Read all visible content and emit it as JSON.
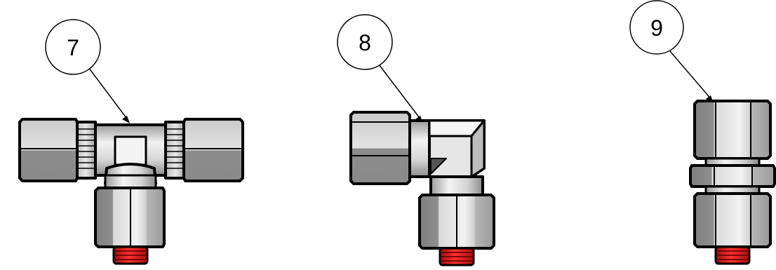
{
  "callouts": [
    {
      "id": "7",
      "label": "7",
      "part": "tee-fitting"
    },
    {
      "id": "8",
      "label": "8",
      "part": "elbow-fitting"
    },
    {
      "id": "9",
      "label": "9",
      "part": "bulkhead-straight-fitting"
    }
  ],
  "colors": {
    "outline": "#000000",
    "metal_dark": "#8a8a8a",
    "metal_mid": "#b4b4b4",
    "metal_light": "#e2e2e2",
    "metal_highlight": "#f4f4f4",
    "cap_red": "#d81e1e",
    "cap_red_dark": "#8c0a0a"
  }
}
